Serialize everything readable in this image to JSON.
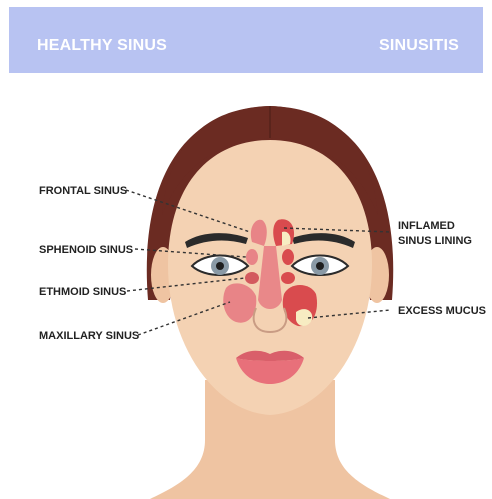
{
  "banner": {
    "left_title": "HEALTHY SINUS",
    "right_title": "SINUSITIS",
    "color": "#b8c3f2"
  },
  "labels": {
    "frontal_sinus": "FRONTAL SINUS",
    "sphenoid_sinus": "SPHENOID SINUS",
    "ethmoid_sinus": "ETHMOID SINUS",
    "maxillary_sinus": "MAXILLARY SINUS",
    "inflamed_line1": "INFLAMED",
    "inflamed_line2": "SINUS LINING",
    "excess_mucus": "EXCESS MUCUS"
  },
  "colors": {
    "skin": "#f4d2b3",
    "hair": "#6b2b22",
    "sinus": "#e88487",
    "sinus_inflamed": "#d94b4e",
    "mucus": "#f7ecc2",
    "lips": "#e8707a"
  }
}
